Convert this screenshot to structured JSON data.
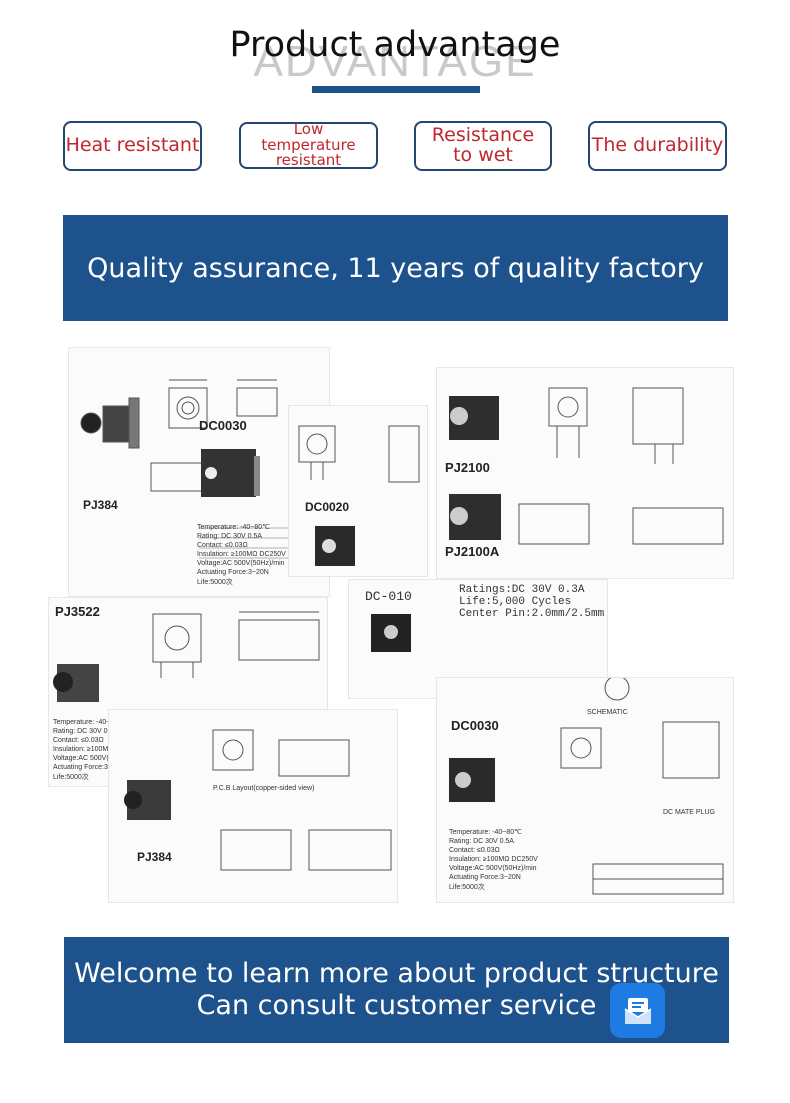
{
  "header": {
    "background_word": "ADVANTAGE",
    "title": "Product advantage",
    "accent_color": "#1c5289"
  },
  "advantages": [
    {
      "label": "Heat resistant"
    },
    {
      "label": "Low temperature resistant"
    },
    {
      "label": "Resistance to wet"
    },
    {
      "label": "The durability"
    }
  ],
  "quality_banner": {
    "text": "Quality assurance, 11 years of quality factory",
    "color": "#1d528c"
  },
  "collage": {
    "models": {
      "pj384_a": "PJ384",
      "dc0030_a": "DC0030",
      "dc0020": "DC0020",
      "pj2100": "PJ2100",
      "pj2100a": "PJ2100A",
      "pj3522": "PJ3522",
      "dc010": "DC-010",
      "dc0030_b": "DC0030",
      "pj384_b": "PJ384"
    },
    "dc010_specs": "Ratings:DC 30V 0.3A\nLife:5,000 Cycles\nCenter Pin:2.0mm/2.5mm",
    "spec_block_a": "Temperature: -40~80℃\nRating: DC 30V 0.5A\nContact: ≤0.03Ω\nInsulation: ≥100MΩ DC250V\nVoltage:AC 500V(50Hz)/min\nActuating Force:3~20N\nLife:5000次",
    "spec_block_b": "Temperature: -40~80℃\nRating: DC 30V 0.5A\nContact: ≤0.03Ω\nInsulation: ≥100MΩ DC250V\nVoltage:AC 500V(50Hz)/min\nActuating Force:3~20N\nLife:5000次",
    "spec_block_c": "Temperature: -40~8\nRating: DC 30V 0.5A\nContact: ≤0.03Ω\nInsulation: ≥100MΩ\nVoltage:AC 500V(50\nActuating Force:3~2\nLife:5000次",
    "pcb_layout": "P.C.B Layout(copper-sided view)",
    "schematic": "SCHEMATIC",
    "dc_mate_plug": "DC MATE PLUG"
  },
  "footer_banner": {
    "line1": "Welcome to learn more about product structure",
    "line2": "Can consult customer service",
    "color": "#1d528c"
  },
  "chat_button": {
    "icon": "message-icon",
    "color": "#1e7be3"
  }
}
